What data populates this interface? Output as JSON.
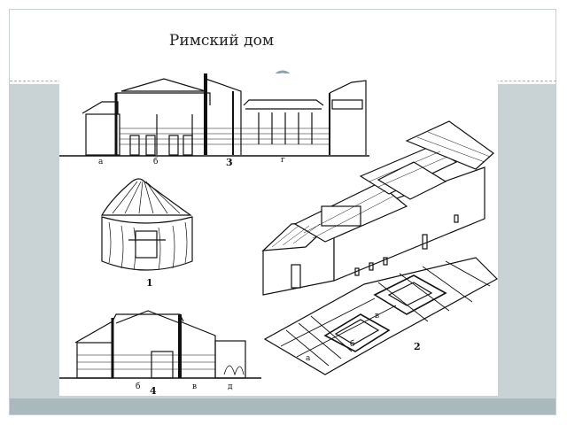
{
  "slide": {
    "title": "Римский дом"
  },
  "figure": {
    "section_top_labels": [
      "а",
      "б",
      "3",
      "г"
    ],
    "hut_label": "1",
    "isometric_label": "2",
    "plan_labels": [
      "а",
      "б",
      "в"
    ],
    "section_bottom_labels": [
      "б",
      "4",
      "в",
      "д"
    ]
  }
}
